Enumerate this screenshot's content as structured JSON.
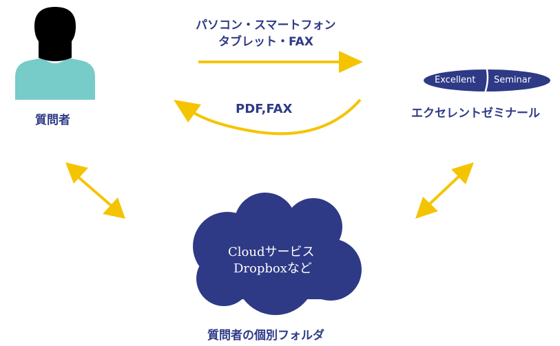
{
  "nodes": {
    "questioner": {
      "label": "質問者",
      "icon": "person-silhouette-icon",
      "head_color": "#000000",
      "shirt_color": "#77cbc9"
    },
    "seminar": {
      "logo_text_left": "Excellent",
      "logo_text_right": "Seminar",
      "label": "エクセレントゼミナール",
      "logo_color": "#2e3a86"
    },
    "cloud": {
      "line1": "Cloudサービス",
      "line2": "Dropboxなど",
      "caption": "質問者の個別フォルダ",
      "fill_color": "#2e3a86"
    }
  },
  "edges": {
    "to_seminar": {
      "line1": "パソコン・スマートフォン",
      "line2": "タブレット・FAX"
    },
    "to_questioner": {
      "label": "PDF,FAX"
    }
  },
  "colors": {
    "arrow": "#f5c400",
    "text": "#2e3a86"
  }
}
